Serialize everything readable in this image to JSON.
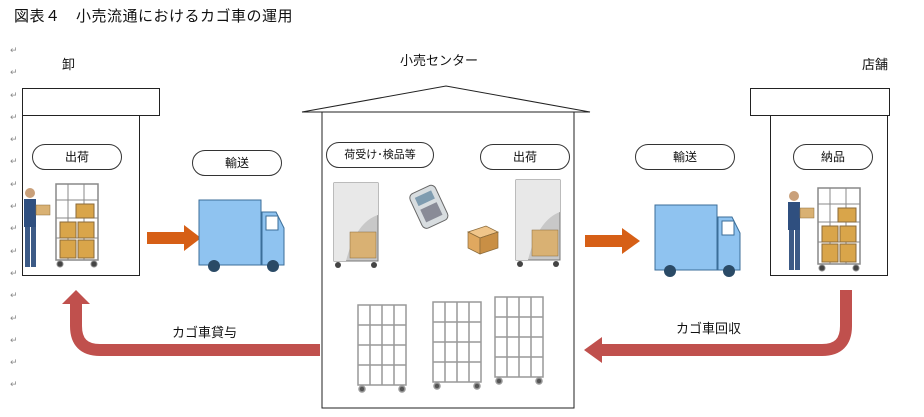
{
  "title": "図表４　小売流通におけるカゴ車の運用",
  "nodes": {
    "wholesale": "卸",
    "retail_center": "小売センター",
    "store": "店舗"
  },
  "steps": {
    "ship_left": "出荷",
    "transport_left": "輸送",
    "receive_inspect": "荷受け･検品等",
    "ship_center": "出荷",
    "transport_right": "輸送",
    "delivery": "納品"
  },
  "flows": {
    "cart_lending": "カゴ車貸与",
    "cart_return": "カゴ車回収"
  },
  "colors": {
    "truck": "#8fc3f0",
    "orange_arrow": "#d65f16",
    "red_arrow": "#c0504d"
  },
  "paragraph_mark": "↵"
}
